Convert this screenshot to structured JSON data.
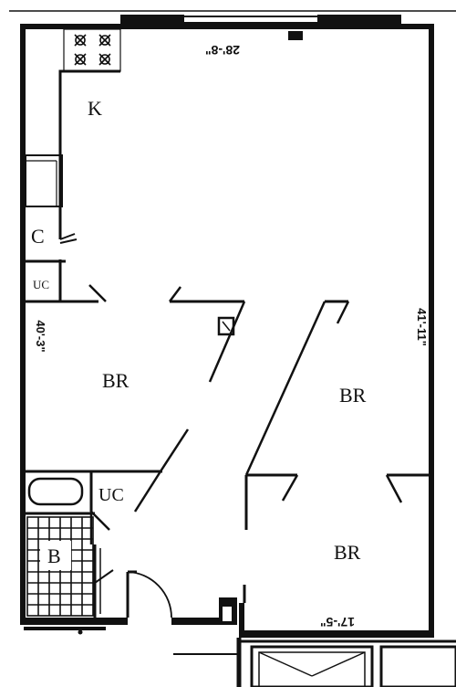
{
  "floor_plan": {
    "rooms": {
      "kitchen": "K",
      "closet": "C",
      "utility_closet_top": "UC",
      "bedroom_left": "BR",
      "bedroom_right": "BR",
      "utility_closet_bottom": "UC",
      "bath": "B",
      "bedroom_bottom": "BR"
    },
    "dimensions": {
      "top_width": "28'-8\"",
      "left_height": "40'-3\"",
      "right_height": "41'-11\"",
      "bottom_width": "17'-5\""
    },
    "colors": {
      "ink": "#111111",
      "paper": "#ffffff"
    }
  }
}
